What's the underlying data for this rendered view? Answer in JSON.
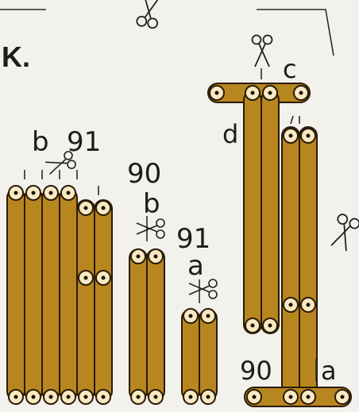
{
  "figure_label": "K.",
  "labels": {
    "group1_letter": "b",
    "group1_number": "91",
    "group2_number": "90",
    "group2_letter": "b",
    "group3_number": "91",
    "group3_letter": "a",
    "top_right_letter": "c",
    "left_letter": "d",
    "bottom_number": "90",
    "bottom_letter": "a"
  },
  "icons": [
    "scissors-icon"
  ]
}
